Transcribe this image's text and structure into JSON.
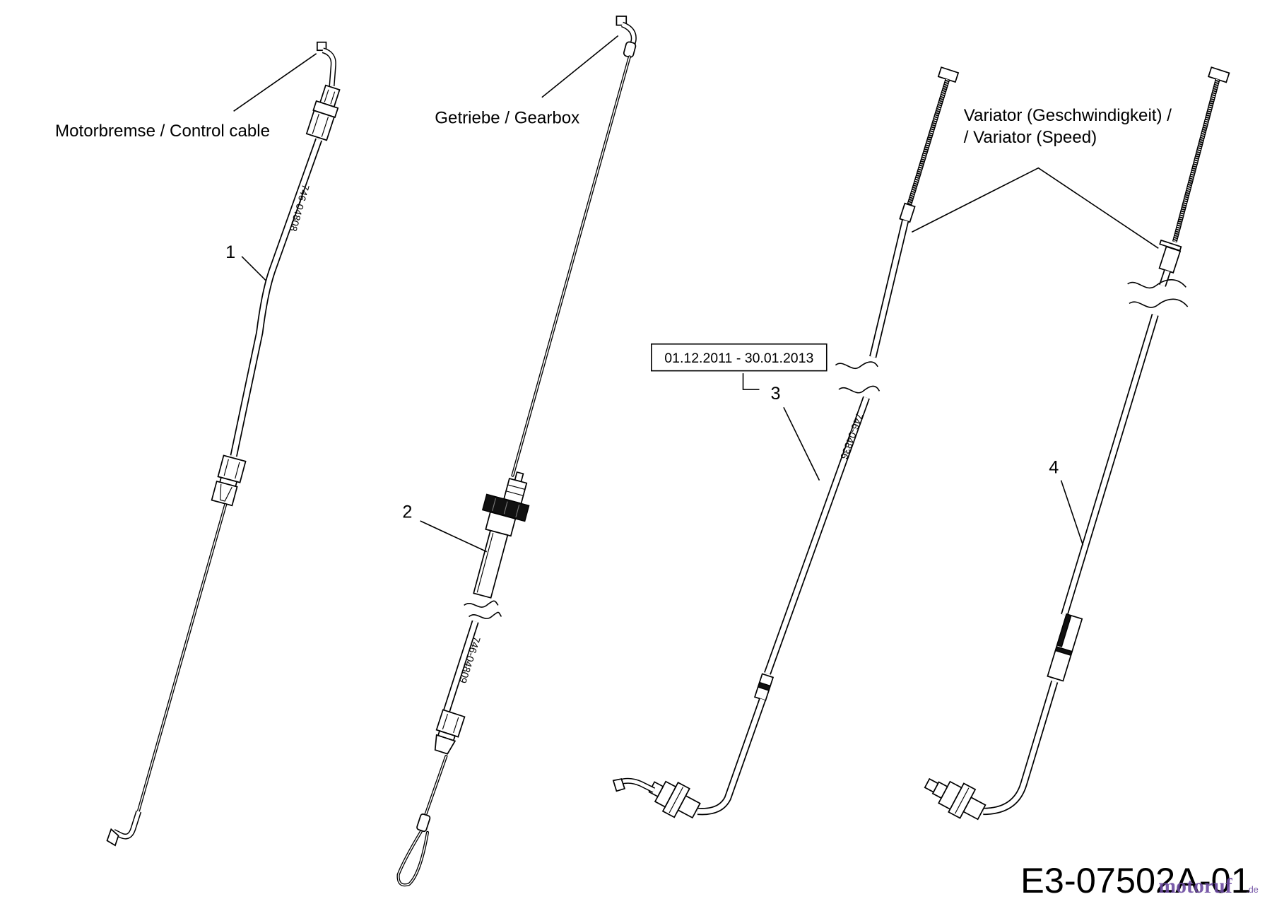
{
  "diagram": {
    "labels": {
      "control_cable": "Motorbremse / Control cable",
      "gearbox": "Getriebe / Gearbox",
      "variator_line1": "Variator (Geschwindigkeit) /",
      "variator_line2": "/ Variator (Speed)",
      "date_range": "01.12.2011 - 30.01.2013"
    },
    "callouts": [
      "1",
      "2",
      "3",
      "4"
    ],
    "part_numbers": {
      "cable_1": "746-04808",
      "cable_2": "746-04809",
      "cable_3": "746-04836"
    },
    "drawing_id": "E3-07502A-01",
    "watermark": {
      "name": "motoruf",
      "tld": ".de"
    }
  },
  "colors": {
    "line": "#000000",
    "background": "#ffffff",
    "watermark": "#6b4aa0"
  }
}
